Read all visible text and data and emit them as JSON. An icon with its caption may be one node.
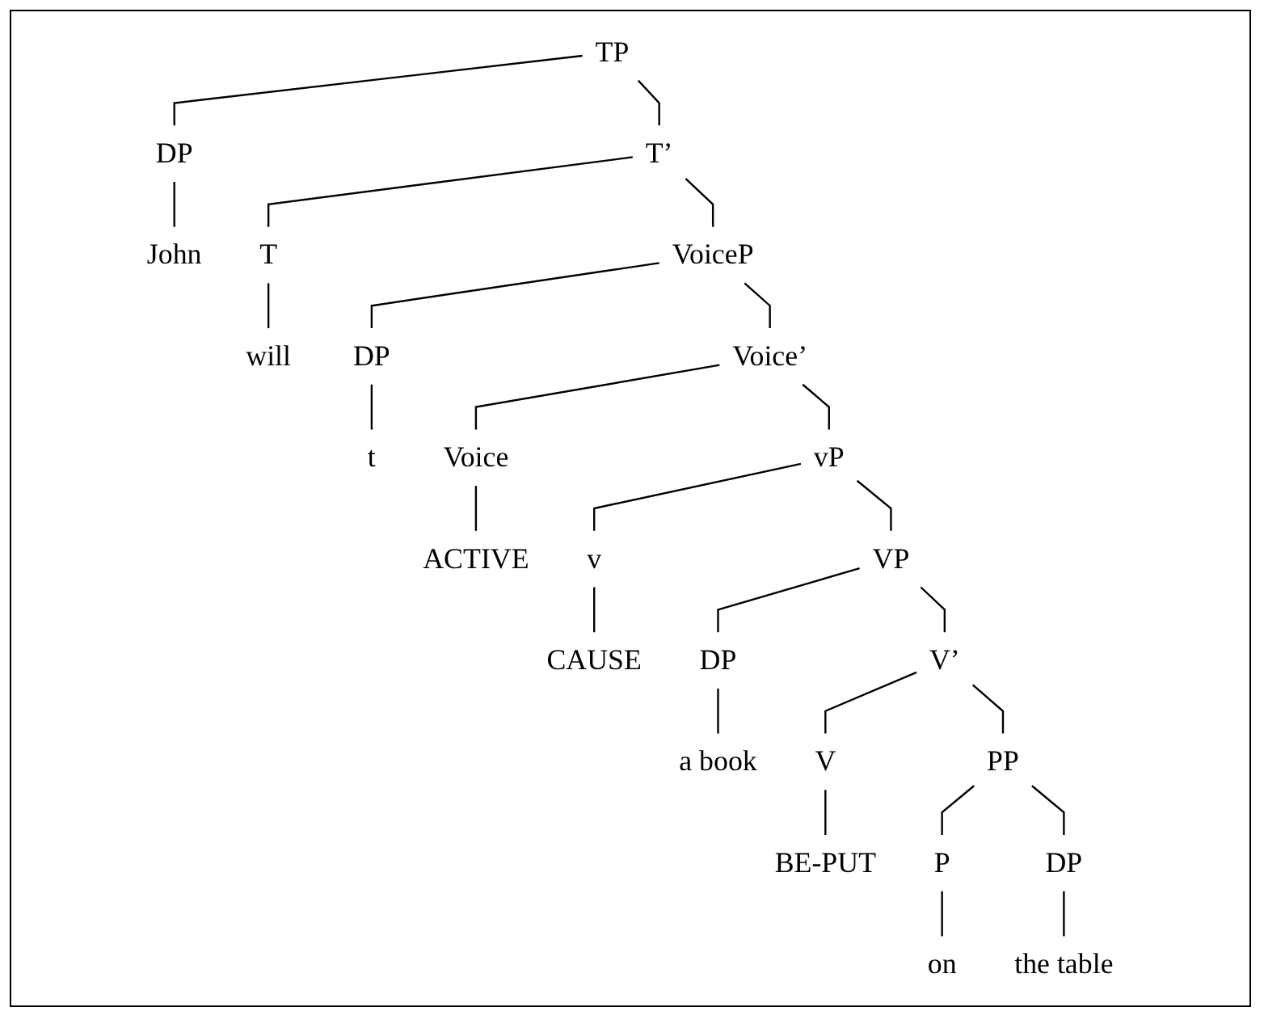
{
  "diagram": {
    "nodes": [
      {
        "text": [
          "TP"
        ]
      },
      {
        "text": [
          "DP"
        ]
      },
      {
        "text": [
          "T’"
        ]
      },
      {
        "text": [
          "John"
        ]
      },
      {
        "text": [
          "T"
        ]
      },
      {
        "text": [
          "VoiceP"
        ]
      },
      {
        "text": [
          "will"
        ]
      },
      {
        "text": [
          "DP"
        ]
      },
      {
        "text": [
          "Voice’"
        ]
      },
      {
        "text": [
          "t"
        ]
      },
      {
        "text": [
          "Voice"
        ]
      },
      {
        "text": [
          "vP"
        ]
      },
      {
        "text": [
          "ACTIVE"
        ]
      },
      {
        "text": [
          "v"
        ]
      },
      {
        "text": [
          "VP"
        ]
      },
      {
        "text": [
          "CAUSE"
        ]
      },
      {
        "text": [
          "DP"
        ]
      },
      {
        "text": [
          "V’"
        ]
      },
      {
        "text": [
          "a book"
        ]
      },
      {
        "text": [
          "V"
        ]
      },
      {
        "text": [
          "PP"
        ]
      },
      {
        "text": [
          "BE-PUT"
        ]
      },
      {
        "text": [
          "P"
        ]
      },
      {
        "text": [
          "DP"
        ]
      },
      {
        "text": [
          "on"
        ]
      },
      {
        "text": [
          "the table"
        ]
      }
    ],
    "edges": [
      {
        "from": 0,
        "to": 1,
        "arrow": "none"
      },
      {
        "from": 0,
        "to": 2,
        "arrow": "none"
      },
      {
        "from": 1,
        "to": 3,
        "arrow": "none"
      },
      {
        "from": 2,
        "to": 4,
        "arrow": "none"
      },
      {
        "from": 2,
        "to": 5,
        "arrow": "none"
      },
      {
        "from": 4,
        "to": 6,
        "arrow": "none"
      },
      {
        "from": 5,
        "to": 7,
        "arrow": "none"
      },
      {
        "from": 5,
        "to": 8,
        "arrow": "none"
      },
      {
        "from": 7,
        "to": 9,
        "arrow": "none"
      },
      {
        "from": 8,
        "to": 10,
        "arrow": "none"
      },
      {
        "from": 8,
        "to": 11,
        "arrow": "none"
      },
      {
        "from": 10,
        "to": 12,
        "arrow": "none"
      },
      {
        "from": 11,
        "to": 13,
        "arrow": "none"
      },
      {
        "from": 11,
        "to": 14,
        "arrow": "none"
      },
      {
        "from": 13,
        "to": 15,
        "arrow": "none"
      },
      {
        "from": 14,
        "to": 16,
        "arrow": "none"
      },
      {
        "from": 14,
        "to": 17,
        "arrow": "none"
      },
      {
        "from": 16,
        "to": 18,
        "arrow": "none"
      },
      {
        "from": 17,
        "to": 19,
        "arrow": "none"
      },
      {
        "from": 17,
        "to": 20,
        "arrow": "none"
      },
      {
        "from": 19,
        "to": 21,
        "arrow": "none"
      },
      {
        "from": 20,
        "to": 22,
        "arrow": "none"
      },
      {
        "from": 20,
        "to": 23,
        "arrow": "none"
      },
      {
        "from": 22,
        "to": 24,
        "arrow": "none"
      },
      {
        "from": 23,
        "to": 25,
        "arrow": "none"
      }
    ]
  }
}
